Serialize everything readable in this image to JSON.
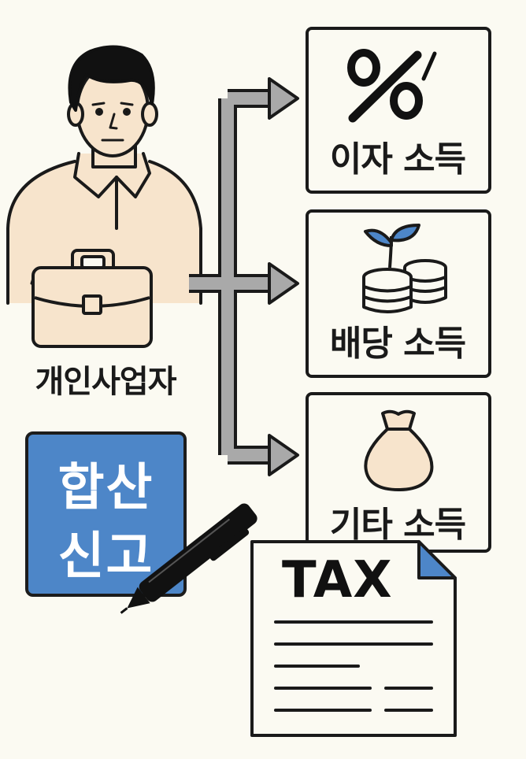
{
  "person": {
    "label": "개인사업자",
    "icon": "business-person-with-briefcase"
  },
  "income_types": [
    {
      "label": "이자 소득",
      "icon": "percent-icon"
    },
    {
      "label": "배당 소득",
      "icon": "coins-with-sprout-icon"
    },
    {
      "label": "기타 소득",
      "icon": "money-bag-icon"
    }
  ],
  "filing": {
    "line1": "합산",
    "line2": "신고",
    "color": "#4d86c8"
  },
  "tax_document": {
    "title": "TAX",
    "icon": "tax-document-icon"
  },
  "pen": {
    "icon": "pen-icon"
  },
  "colors": {
    "background": "#fbfaf2",
    "skin": "#f7e4cc",
    "arrow": "#a9a9a9",
    "filing_box": "#4d86c8"
  }
}
